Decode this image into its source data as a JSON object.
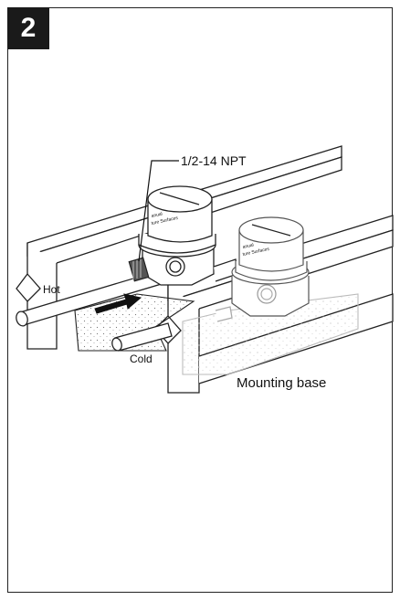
{
  "step_number": "2",
  "labels": {
    "thread_spec": "1/2-14 NPT",
    "hot": "Hot",
    "cold": "Cold",
    "mounting_base": "Mounting base"
  }
}
